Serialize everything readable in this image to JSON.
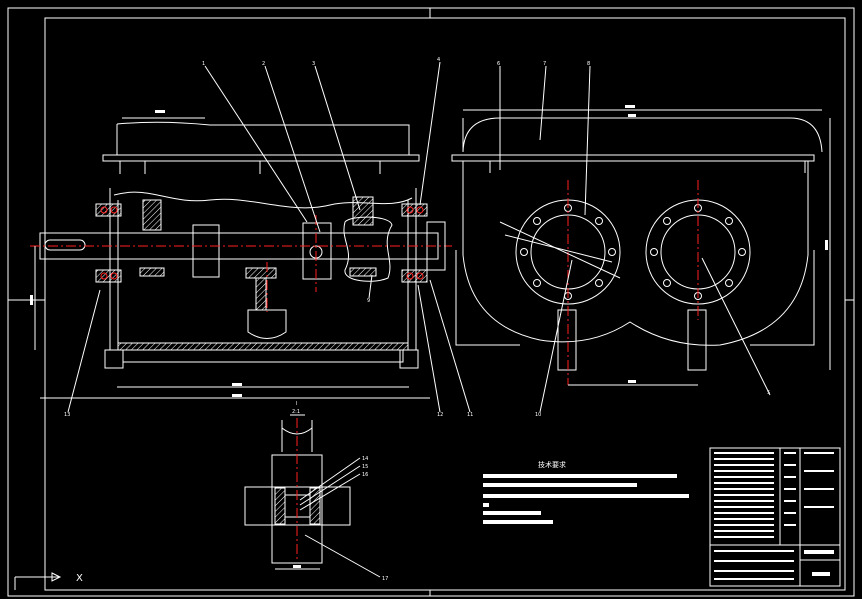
{
  "part_labels": [
    "1",
    "2",
    "3",
    "4",
    "5",
    "6",
    "7",
    "8",
    "9",
    "10",
    "11",
    "12",
    "13",
    "14",
    "15",
    "16",
    "17"
  ],
  "detail": {
    "view_label": "I",
    "scale_label": "2:1"
  },
  "notes": {
    "heading": "技术要求"
  }
}
